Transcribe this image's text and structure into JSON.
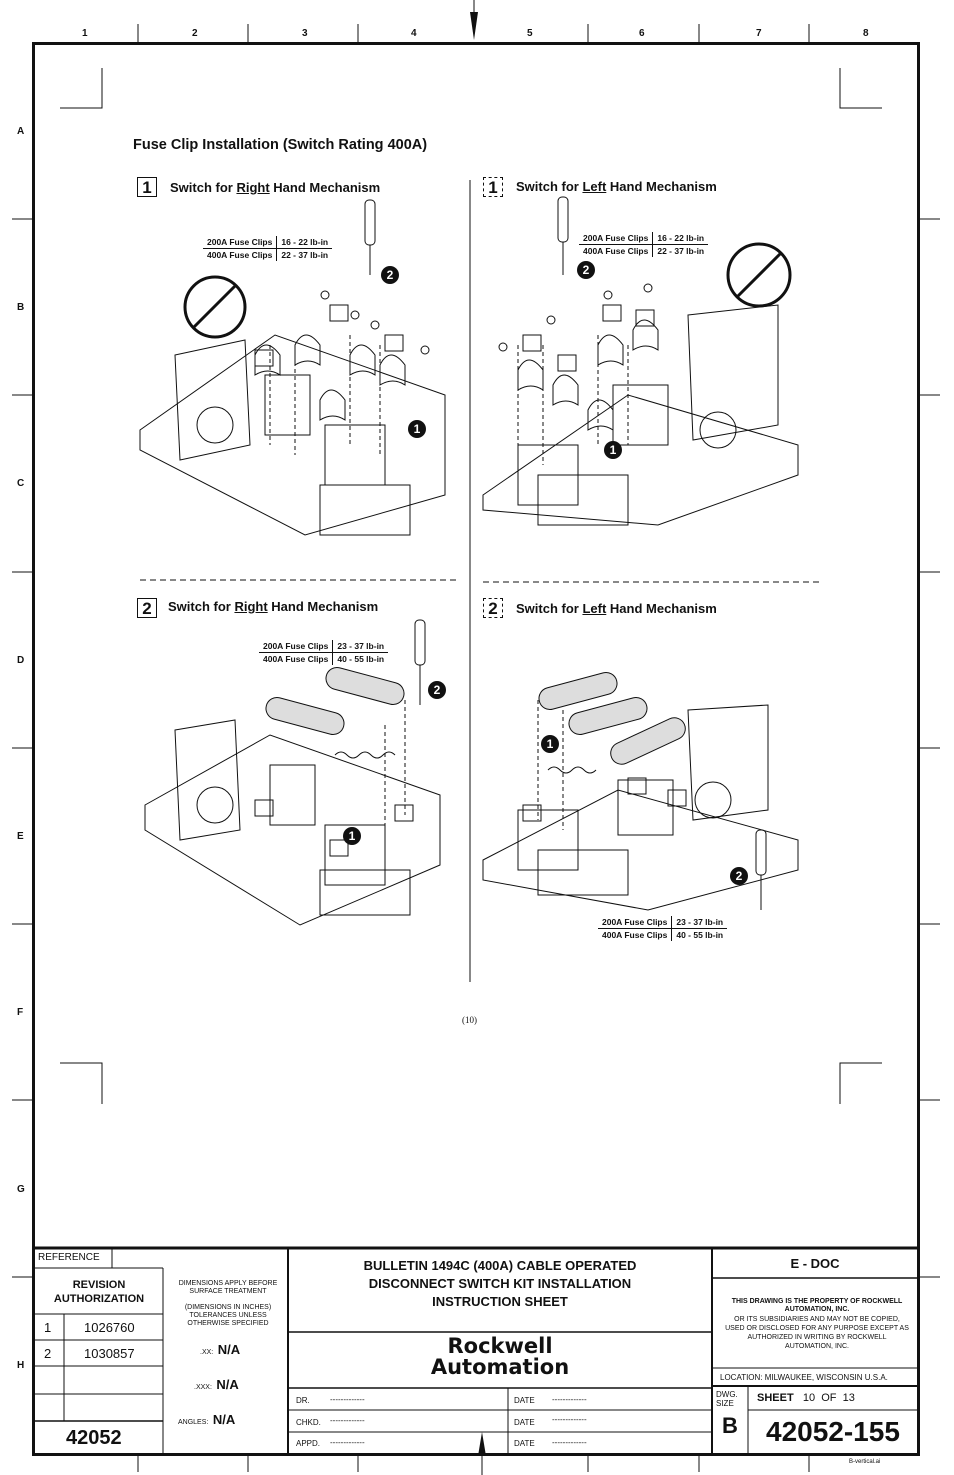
{
  "zones_top": [
    "1",
    "2",
    "3",
    "4",
    "5",
    "6",
    "7",
    "8"
  ],
  "zones_side": [
    "A",
    "B",
    "C",
    "D",
    "E",
    "F",
    "G",
    "H"
  ],
  "page_title": "Fuse Clip Installation (Switch Rating 400A)",
  "panels": {
    "p1_right": {
      "step": "1",
      "label_pre": "Switch for ",
      "label_u": "Right",
      "label_post": " Hand Mechanism",
      "torque": [
        {
          "clip": "200A Fuse Clips",
          "value": "16 - 22 lb-in"
        },
        {
          "clip": "400A Fuse Clips",
          "value": "22 - 37 lb-in"
        }
      ]
    },
    "p1_left": {
      "step": "1",
      "label_pre": "Switch for ",
      "label_u": "Left",
      "label_post": " Hand Mechanism",
      "torque": [
        {
          "clip": "200A Fuse Clips",
          "value": "16 - 22 lb-in"
        },
        {
          "clip": "400A Fuse Clips",
          "value": "22 - 37 lb-in"
        }
      ]
    },
    "p2_right": {
      "step": "2",
      "label_pre": "Switch for ",
      "label_u": "Right",
      "label_post": " Hand Mechanism",
      "torque": [
        {
          "clip": "200A Fuse Clips",
          "value": "23 - 37 lb-in"
        },
        {
          "clip": "400A Fuse Clips",
          "value": "40 - 55 lb-in"
        }
      ]
    },
    "p2_left": {
      "step": "2",
      "label_pre": "Switch for ",
      "label_u": "Left",
      "label_post": " Hand Mechanism",
      "torque": [
        {
          "clip": "200A Fuse Clips",
          "value": "23 - 37 lb-in"
        },
        {
          "clip": "400A Fuse Clips",
          "value": "40 - 55 lb-in"
        }
      ]
    }
  },
  "callouts": {
    "one": "1",
    "two": "2"
  },
  "page_number": "(10)",
  "title_block": {
    "reference": "REFERENCE",
    "revision_authorization": "REVISION AUTHORIZATION",
    "revisions": [
      {
        "rev": "1",
        "number": "1026760"
      },
      {
        "rev": "2",
        "number": "1030857"
      }
    ],
    "base_number": "42052",
    "dim_note_1": "DIMENSIONS APPLY BEFORE SURFACE TREATMENT",
    "dim_note_2": "(DIMENSIONS IN INCHES) TOLERANCES UNLESS OTHERWISE SPECIFIED",
    "tol_xx_label": ".XX:",
    "tol_xx": "N/A",
    "tol_xxx_label": ".XXX:",
    "tol_xxx": "N/A",
    "angles_label": "ANGLES:",
    "angles": "N/A",
    "doc_title_1": "BULLETIN 1494C (400A) CABLE OPERATED",
    "doc_title_2": "DISCONNECT SWITCH KIT INSTALLATION",
    "doc_title_3": "INSTRUCTION SHEET",
    "logo_1": "Rockwell",
    "logo_2": "Automation",
    "dr_label": "DR.",
    "dr": "-------------",
    "chkd_label": "CHKD.",
    "chkd": "-------------",
    "appd_label": "APPD.",
    "appd": "-------------",
    "date_label": "DATE",
    "date_value": "-------------",
    "doc_type": "E - DOC",
    "property_1": "THIS DRAWING IS THE PROPERTY OF ROCKWELL AUTOMATION, INC.",
    "property_2": "OR ITS SUBSIDIARIES AND MAY NOT BE COPIED, USED OR DISCLOSED FOR ANY PURPOSE EXCEPT AS AUTHORIZED IN WRITING BY ROCKWELL AUTOMATION, INC.",
    "location": "LOCATION:  MILWAUKEE,  WISCONSIN  U.S.A.",
    "dwg_size_label": "DWG. SIZE",
    "dwg_size": "B",
    "sheet_label": "SHEET",
    "sheet_num": "10",
    "sheet_of": "OF",
    "sheet_total": "13",
    "drawing_number": "42052-155",
    "file_tag": "B-vertical.ai"
  }
}
